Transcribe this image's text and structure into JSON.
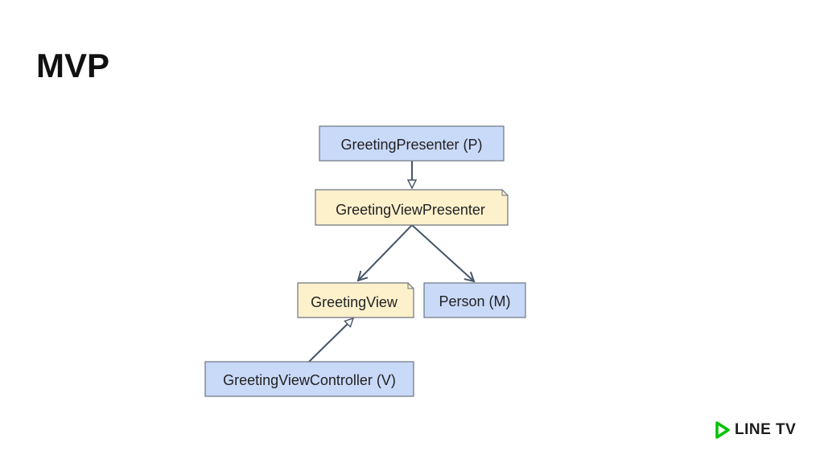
{
  "slide": {
    "title": "MVP"
  },
  "diagram": {
    "nodes": {
      "presenter": "GreetingPresenter (P)",
      "view_presenter": "GreetingViewPresenter",
      "view": "GreetingView",
      "model": "Person (M)",
      "view_controller": "GreetingViewController (V)"
    }
  },
  "brand": {
    "name": "LINE TV",
    "accent_color": "#00c300"
  },
  "colors": {
    "class_fill": "#c9d9f8",
    "interface_fill": "#fdf1cc",
    "border": "#6d7480",
    "edge": "#46556a"
  }
}
